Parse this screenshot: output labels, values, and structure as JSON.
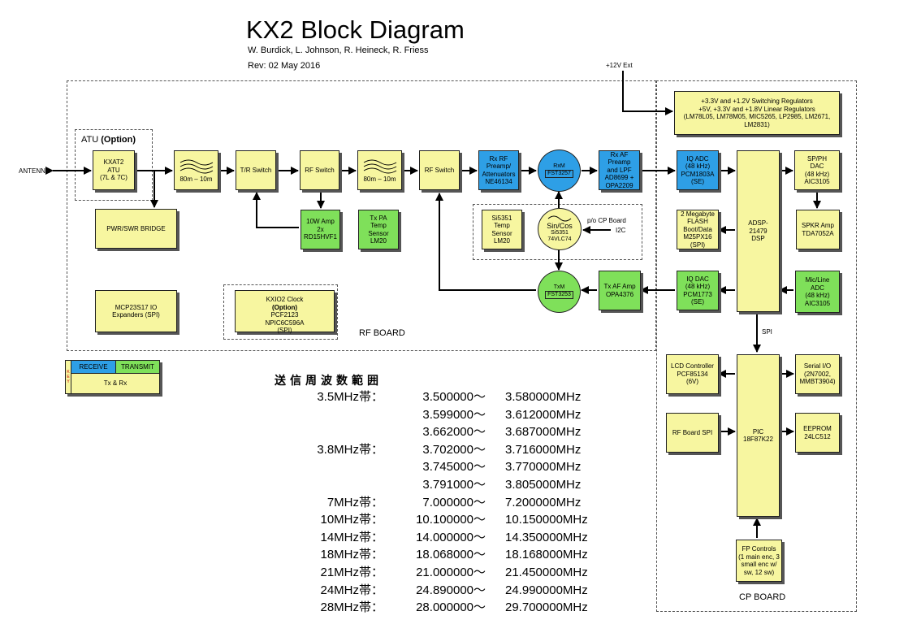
{
  "header": {
    "title": "KX2 Block Diagram",
    "authors": "W. Burdick, L. Johnson, R. Heineck, R. Friess",
    "revision": "Rev: 02 May 2016"
  },
  "labels": {
    "antenna": "ANTENNA",
    "ext12v": "+12V Ext",
    "atu_region": "ATU",
    "atu_option": "(Option)",
    "rf_board": "RF BOARD",
    "cp_board": "CP BOARD",
    "pocpboard": "p/o CP Board",
    "i2c": "I2C",
    "spi": "SPI"
  },
  "blocks": {
    "kxat2": "KXAT2\nATU\n(7L & 7C)",
    "lpf1": "80m – 10m",
    "tr_switch": "T/R Switch",
    "rf_switch1": "RF Switch",
    "lpf2": "80m – 10m",
    "rf_switch2": "RF Switch",
    "rx_rf": "Rx RF\nPreamp/\nAttenuators\nNE46134",
    "rx_af": "Rx AF\nPreamp\nand LPF\nAD8699 +\nOPA2209",
    "regulators": "+3.3V and +1.2V Switching Regulators\n+5V, +3.3V and +1.8V Linear Regulators\n(LM78L05, LM78M05, MIC5265, LP2985, LM2671,\nLM2831)",
    "iq_adc": "IQ ADC\n(48 kHz)\nPCM1803A\n(SE)",
    "dsp": "ADSP-\n21479\nDSP",
    "spph_dac": "SP/PH\nDAC\n(48 kHz)\nAIC3105",
    "pwr_swr": "PWR/SWR BRIDGE",
    "amp10w": "10W Amp\n2x\nRD15HVF1",
    "txpa_temp": "Tx PA\nTemp\nSensor\nLM20",
    "si5351": "Si5351\nTemp\nSensor\nLM20",
    "flash": "2 Megabyte\nFLASH\nBoot/Data\nM25PX16\n(SPI)",
    "spkr_amp": "SPKR Amp\nTDA7052A",
    "mcp": "MCP23S17 IO\nExpanders (SPI)",
    "kxio2_title": "KXIO2 Clock",
    "kxio2_option": "(Option)",
    "kxio2_body": "PCF2123\nNPIC6C596A\n(SPI)",
    "tx_af": "Tx AF Amp\nOPA4376",
    "iq_dac": "IQ DAC\n(48 kHz)\nPCM1773\n(SE)",
    "micline": "Mic/Line\nADC\n(48 kHz)\nAIC3105",
    "lcd": "LCD Controller\nPCF85134\n(6V)",
    "pic": "PIC\n18F87K22",
    "serial": "Serial I/O\n(2N7002,\nMMBT3904)",
    "rfboard_spi": "RF Board SPI",
    "eeprom": "EEPROM\n24LC512",
    "fp_controls": "FP Controls\n(1 main enc, 3\nsmall enc w/\nsw, 12 sw)"
  },
  "circles": {
    "rxm": "RxM",
    "rxm_part": "FST3257",
    "sincos": "Sin/Cos",
    "sincos_part": "Si5351\n74VLC74",
    "txm": "TxM",
    "txm_part": "FST3253"
  },
  "legend": {
    "receive": "RECEIVE",
    "transmit": "TRANSMIT",
    "txrx": "Tx & Rx",
    "key_letters": [
      "K",
      "E",
      "Y"
    ],
    "colors": {
      "receive": "#2e9fe6",
      "transmit": "#7fe05a",
      "txrx": "#f7f6a0"
    }
  },
  "frequency_table": {
    "title": "送信周波数範囲",
    "rows": [
      {
        "band": "3.5MHz帯：",
        "low": "3.500000～",
        "high": "3.580000MHz"
      },
      {
        "band": "",
        "low": "3.599000～",
        "high": "3.612000MHz"
      },
      {
        "band": "",
        "low": "3.662000～",
        "high": "3.687000MHz"
      },
      {
        "band": "3.8MHz帯：",
        "low": "3.702000～",
        "high": "3.716000MHz"
      },
      {
        "band": "",
        "low": "3.745000～",
        "high": "3.770000MHz"
      },
      {
        "band": "",
        "low": "3.791000～",
        "high": "3.805000MHz"
      },
      {
        "band": "7MHz帯：",
        "low": "7.000000～",
        "high": "7.200000MHz"
      },
      {
        "band": "10MHz帯：",
        "low": "10.100000～",
        "high": "10.150000MHz"
      },
      {
        "band": "14MHz帯：",
        "low": "14.000000～",
        "high": "14.350000MHz"
      },
      {
        "band": "18MHz帯：",
        "low": "18.068000～",
        "high": "18.168000MHz"
      },
      {
        "band": "21MHz帯：",
        "low": "21.000000～",
        "high": "21.450000MHz"
      },
      {
        "band": "24MHz帯：",
        "low": "24.890000～",
        "high": "24.990000MHz"
      },
      {
        "band": "28MHz帯：",
        "low": "28.000000～",
        "high": "29.700000MHz"
      }
    ]
  }
}
